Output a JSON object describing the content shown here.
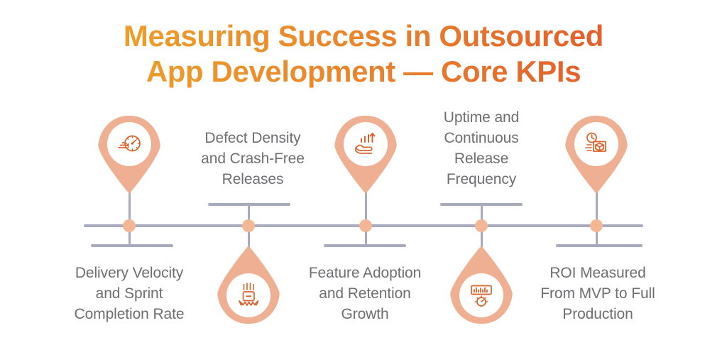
{
  "title": {
    "line1": "Measuring Success in Outsourced",
    "line2": "App Development — Core KPIs",
    "gradient_start": "#eda92c",
    "gradient_end": "#e05a2b"
  },
  "theme": {
    "pin_fill": "#efaf92",
    "pin_inner": "#ffffff",
    "icon_stroke": "#d9622b",
    "timeline_line": "#a7abbd",
    "node_dot": "#f4b795",
    "label_text": "#6e6e73",
    "background": "#ffffff"
  },
  "timeline": {
    "node_count": 5,
    "nodes": [
      {
        "id": 1,
        "label": "Delivery Velocity and Sprint Completion Rate",
        "label_lines": [
          "Delivery Velocity",
          "and Sprint",
          "Completion Rate"
        ],
        "label_position": "below",
        "pin_position": "above",
        "pin_direction": "down",
        "icon": "speedometer-icon"
      },
      {
        "id": 2,
        "label": "Defect Density and Crash-Free Releases",
        "label_lines": [
          "Defect Density",
          "and Crash-Free",
          "Releases"
        ],
        "label_position": "above",
        "pin_position": "below",
        "pin_direction": "up",
        "icon": "crash-package-icon"
      },
      {
        "id": 3,
        "label": "Feature Adoption and Retention Growth",
        "label_lines": [
          "Feature Adoption",
          "and Retention",
          "Growth"
        ],
        "label_position": "below",
        "pin_position": "above",
        "pin_direction": "down",
        "icon": "hand-growth-bars-icon"
      },
      {
        "id": 4,
        "label": "Uptime and Continuous Release Frequency",
        "label_lines": [
          "Uptime and",
          "Continuous",
          "Release",
          "Frequency"
        ],
        "label_position": "above",
        "pin_position": "below",
        "pin_direction": "up",
        "icon": "uptime-dial-icon"
      },
      {
        "id": 5,
        "label": "ROI Measured From MVP to Full Production",
        "label_lines": [
          "ROI Measured",
          "From MVP to Full",
          "Production"
        ],
        "label_position": "below",
        "pin_position": "above",
        "pin_direction": "down",
        "icon": "clock-package-icon"
      }
    ]
  }
}
